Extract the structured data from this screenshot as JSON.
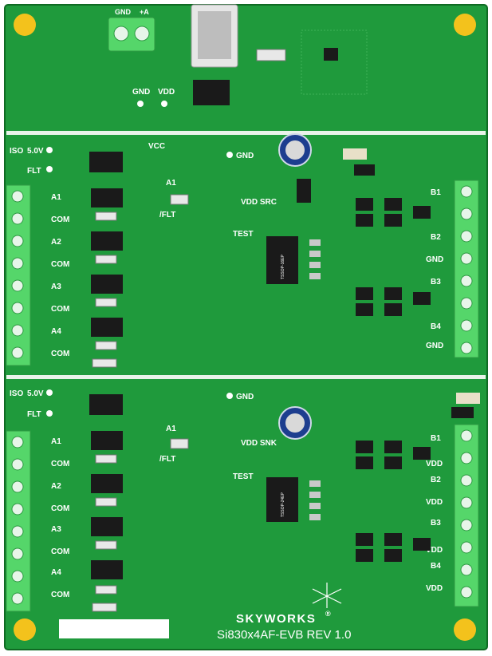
{
  "board": {
    "colors": {
      "pcb": "#1f9a3c",
      "pcb_dark": "#17802f",
      "silk": "#ffffff",
      "hole": "#f3c21c",
      "terminal": "#55d66a",
      "ic": "#1a1a1a",
      "pad": "#c9c9c9",
      "trace": "#3fb257"
    },
    "footer": {
      "brand": "SKYWORKS",
      "trademark": "®",
      "model": "Si830x4AF-EVB REV 1.0"
    },
    "top_section": {
      "connector_labels": [
        "GND",
        "+A"
      ],
      "tp_gnd": "GND",
      "tp_vdd": "VDD"
    },
    "middle_section": {
      "iso_label": "ISO",
      "iso_voltage": "5.0V",
      "flt": "FLT",
      "tp_gnd": "GND",
      "vcc": "VCC",
      "a1_top": "A1",
      "vdd_src": "VDD  SRC",
      "test": "TEST",
      "flt_slash": "/FLT",
      "left_inputs": [
        "A1",
        "COM",
        "A2",
        "COM",
        "A3",
        "COM",
        "A4",
        "COM"
      ],
      "right_outputs": [
        "B1",
        "B2",
        "GND",
        "B3",
        "B4",
        "GND"
      ],
      "right_gnd_mid": "GND",
      "ic_label": "TSSOP-16EP"
    },
    "bottom_section": {
      "iso_label": "ISO",
      "iso_voltage": "5.0V",
      "flt": "FLT",
      "tp_gnd": "GND",
      "a1_top": "A1",
      "vdd_snk": "VDD  SNK",
      "test": "TEST",
      "flt_slash": "/FLT",
      "left_inputs": [
        "A1",
        "COM",
        "A2",
        "COM",
        "A3",
        "COM",
        "A4",
        "COM"
      ],
      "right_outputs": [
        "B1",
        "VDD",
        "B2",
        "VDD",
        "B3",
        "VDD",
        "B4",
        "VDD"
      ],
      "ic_label": "TSSOP-24EP"
    }
  }
}
